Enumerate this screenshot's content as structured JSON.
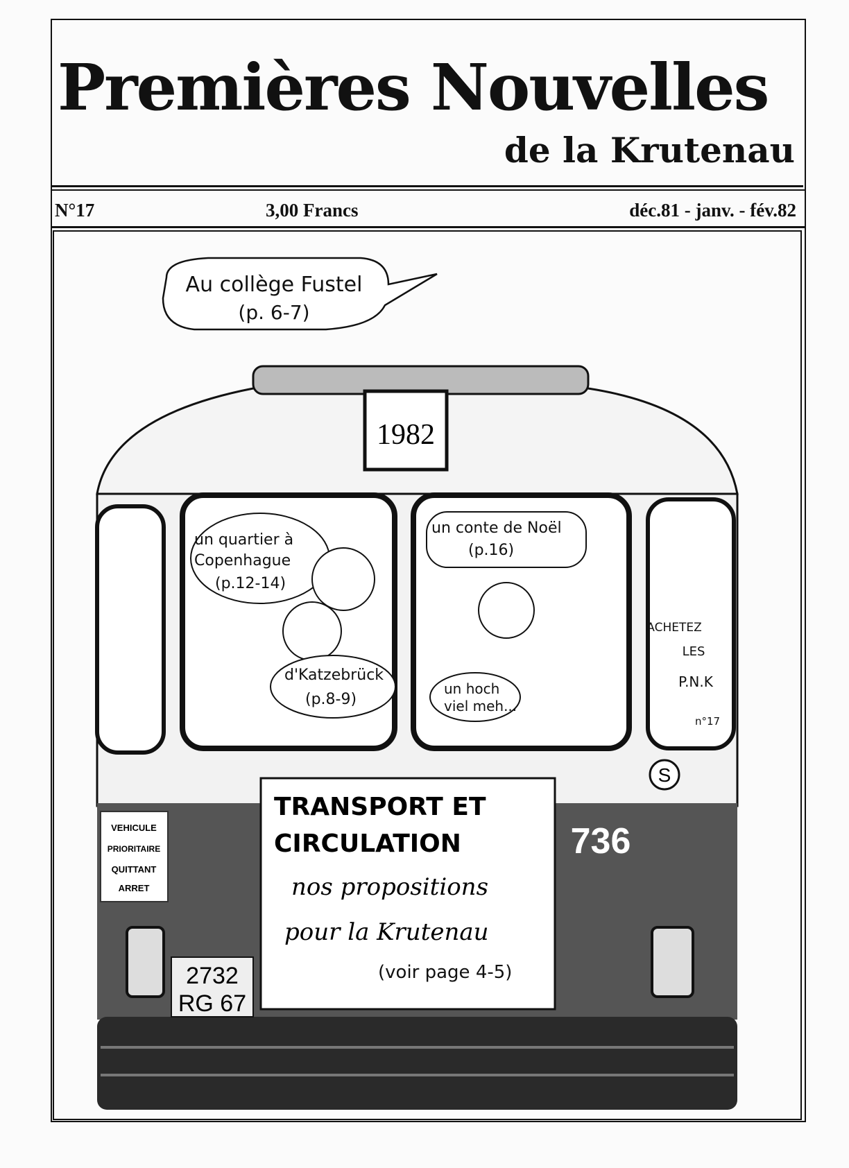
{
  "masthead": {
    "title": "Premières Nouvelles",
    "subtitle": "de la Krutenau"
  },
  "info": {
    "issue": "N°17",
    "price": "3,00 Francs",
    "date": "déc.81 - janv. - fév.82"
  },
  "cover": {
    "bubble_college": [
      "Au collège Fustel",
      "(p. 6-7)"
    ],
    "year_sign": "1982",
    "bubble_copenhague": [
      "un quartier à",
      "Copenhague",
      "(p.12-14)"
    ],
    "bubble_katzebruck": [
      "d'Katzebrück",
      "(p.8-9)"
    ],
    "bubble_noel": [
      "un conte de Noël",
      "(p.16)"
    ],
    "bubble_meh": [
      "un hoch",
      "viel meh..."
    ],
    "achetez": [
      "ACHETEZ",
      "LES",
      "P.N.K",
      "n°17"
    ],
    "vehicle_sign": [
      "VEHICULE",
      "PRIORITAIRE",
      "QUITTANT",
      "ARRET"
    ],
    "main_sign": {
      "line1": "TRANSPORT ET",
      "line2": "CIRCULATION",
      "line3": "nos propositions",
      "line4": "pour la Krutenau",
      "line5": "(voir page 4-5)"
    },
    "bus_number": "736",
    "plate": [
      "2732",
      "RG 67"
    ],
    "stop_badge": "S"
  }
}
